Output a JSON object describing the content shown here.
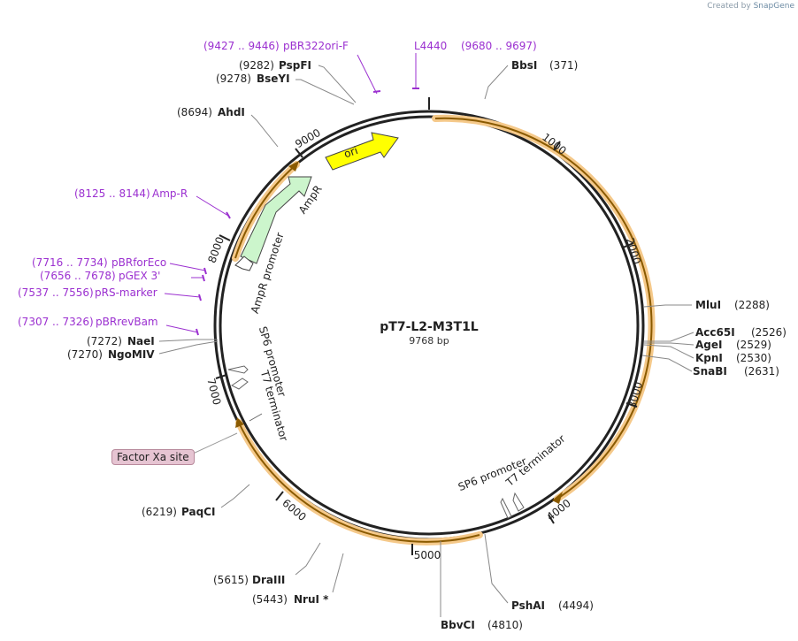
{
  "credit": {
    "prefix": "Created by",
    "brand": "SnapGene"
  },
  "plasmid": {
    "name": "pT7-L2-M3T1L",
    "size": "9768 bp"
  },
  "ticks": [
    "1000",
    "2000",
    "3000",
    "4000",
    "5000",
    "6000",
    "7000",
    "8000",
    "9000"
  ],
  "sites": [
    {
      "name": "BbsI",
      "pos": "(371)"
    },
    {
      "name": "MluI",
      "pos": "(2288)"
    },
    {
      "name": "Acc65I",
      "pos": "(2526)"
    },
    {
      "name": "AgeI",
      "pos": "(2529)"
    },
    {
      "name": "KpnI",
      "pos": "(2530)"
    },
    {
      "name": "SnaBI",
      "pos": "(2631)"
    },
    {
      "name": "PshAI",
      "pos": "(4494)"
    },
    {
      "name": "BbvCI",
      "pos": "(4810)"
    },
    {
      "name": "NruI *",
      "pos": "(5443)"
    },
    {
      "name": "DraIII",
      "pos": "(5615)"
    },
    {
      "name": "PaqCI",
      "pos": "(6219)"
    },
    {
      "name": "NgoMIV",
      "pos": "(7270)"
    },
    {
      "name": "NaeI",
      "pos": "(7272)"
    },
    {
      "name": "AhdI",
      "pos": "(8694)"
    },
    {
      "name": "BseYI",
      "pos": "(9278)"
    },
    {
      "name": "PspFI",
      "pos": "(9282)"
    }
  ],
  "primers": [
    {
      "name": "pBR322ori-F",
      "range": "(9427 .. 9446)"
    },
    {
      "name": "L4440",
      "range": "(9680 .. 9697)"
    },
    {
      "name": "Amp-R",
      "range": "(8125 .. 8144)"
    },
    {
      "name": "pBRforEco",
      "range": "(7716 .. 7734)"
    },
    {
      "name": "pGEX 3'",
      "range": "(7656 .. 7678)"
    },
    {
      "name": "pRS-marker",
      "range": "(7537 .. 7556)"
    },
    {
      "name": "pBRrevBam",
      "range": "(7307 .. 7326)"
    }
  ],
  "features": {
    "ori": "ori",
    "ampr": "AmpR",
    "ampr_promoter": "AmpR promoter",
    "sp6_left": "SP6 promoter",
    "t7_left": "T7 terminator",
    "sp6_right": "SP6 promoter",
    "t7_right": "T7 terminator",
    "factor_xa": "Factor Xa site"
  },
  "colors": {
    "primer": "#9b30d0",
    "ori": "#ffff00",
    "ampr": "#ccf5cc",
    "orf_glow": "#f5c98a",
    "orf_line": "#8a5a00",
    "factor_xa_bg": "#e6c4d2"
  }
}
